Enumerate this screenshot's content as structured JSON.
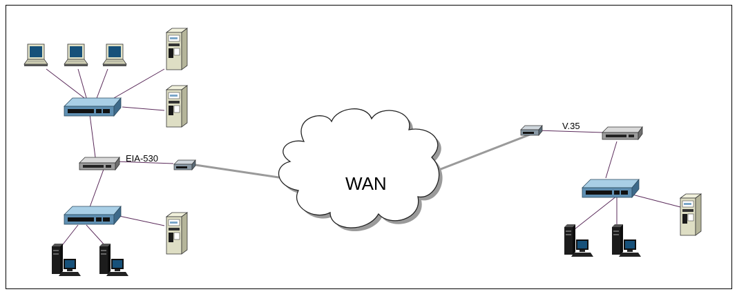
{
  "labels": {
    "wan": "WAN",
    "eia": "EIA-530",
    "v35": "V.35"
  },
  "colors": {
    "frame": "#000000",
    "link_purple": "#5a2a5a",
    "wan_link": "#9a9a9a",
    "device_blue": "#5f8fb2",
    "device_gray": "#9c9c9c",
    "crt_screen": "#17517a",
    "tower_beige": "#dedec4"
  },
  "devices": {
    "laptops": [
      "laptop-icon",
      "laptop-icon",
      "laptop-icon"
    ],
    "servers": [
      "server-tower-icon",
      "server-tower-icon",
      "server-tower-icon",
      "server-tower-icon"
    ],
    "hubs": [
      "hub-icon",
      "hub-icon",
      "hub-icon"
    ],
    "routers": [
      "router-icon",
      "router-icon"
    ],
    "modems": [
      "modem-icon",
      "modem-icon"
    ],
    "workstations": [
      "workstation-icon",
      "workstation-icon",
      "workstation-icon",
      "workstation-icon"
    ],
    "wan": "cloud-icon"
  }
}
